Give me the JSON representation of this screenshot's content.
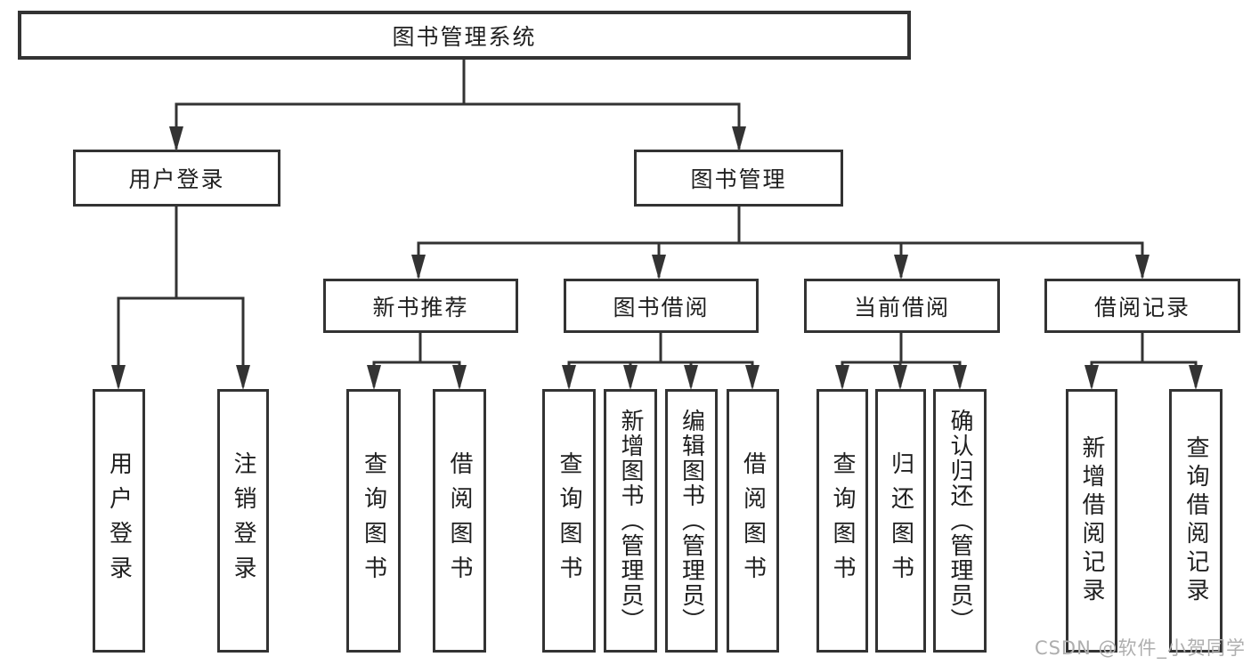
{
  "diagram": {
    "root": {
      "label": "图书管理系统"
    },
    "level2": [
      {
        "label": "用户登录"
      },
      {
        "label": "图书管理"
      }
    ],
    "level3": [
      {
        "label": "新书推荐"
      },
      {
        "label": "图书借阅"
      },
      {
        "label": "当前借阅"
      },
      {
        "label": "借阅记录"
      }
    ],
    "leaves": {
      "user_login": [
        "用户登录",
        "注销登录"
      ],
      "new_books": [
        "查询图书",
        "借阅图书"
      ],
      "book_borrow": [
        "查询图书",
        "新增图书（管理员）",
        "编辑图书（管理员）",
        "借阅图书"
      ],
      "current_borrow": [
        "查询图书",
        "归还图书",
        "确认归还（管理员）"
      ],
      "borrow_records": [
        "新增借阅记录",
        "查询借阅记录"
      ]
    }
  },
  "watermark": {
    "text": "CSDN @软件_小贺同学"
  },
  "colors": {
    "line": "#333333",
    "text": "#1f1f1f",
    "watermark": "#aeaeae",
    "background": "#ffffff"
  }
}
